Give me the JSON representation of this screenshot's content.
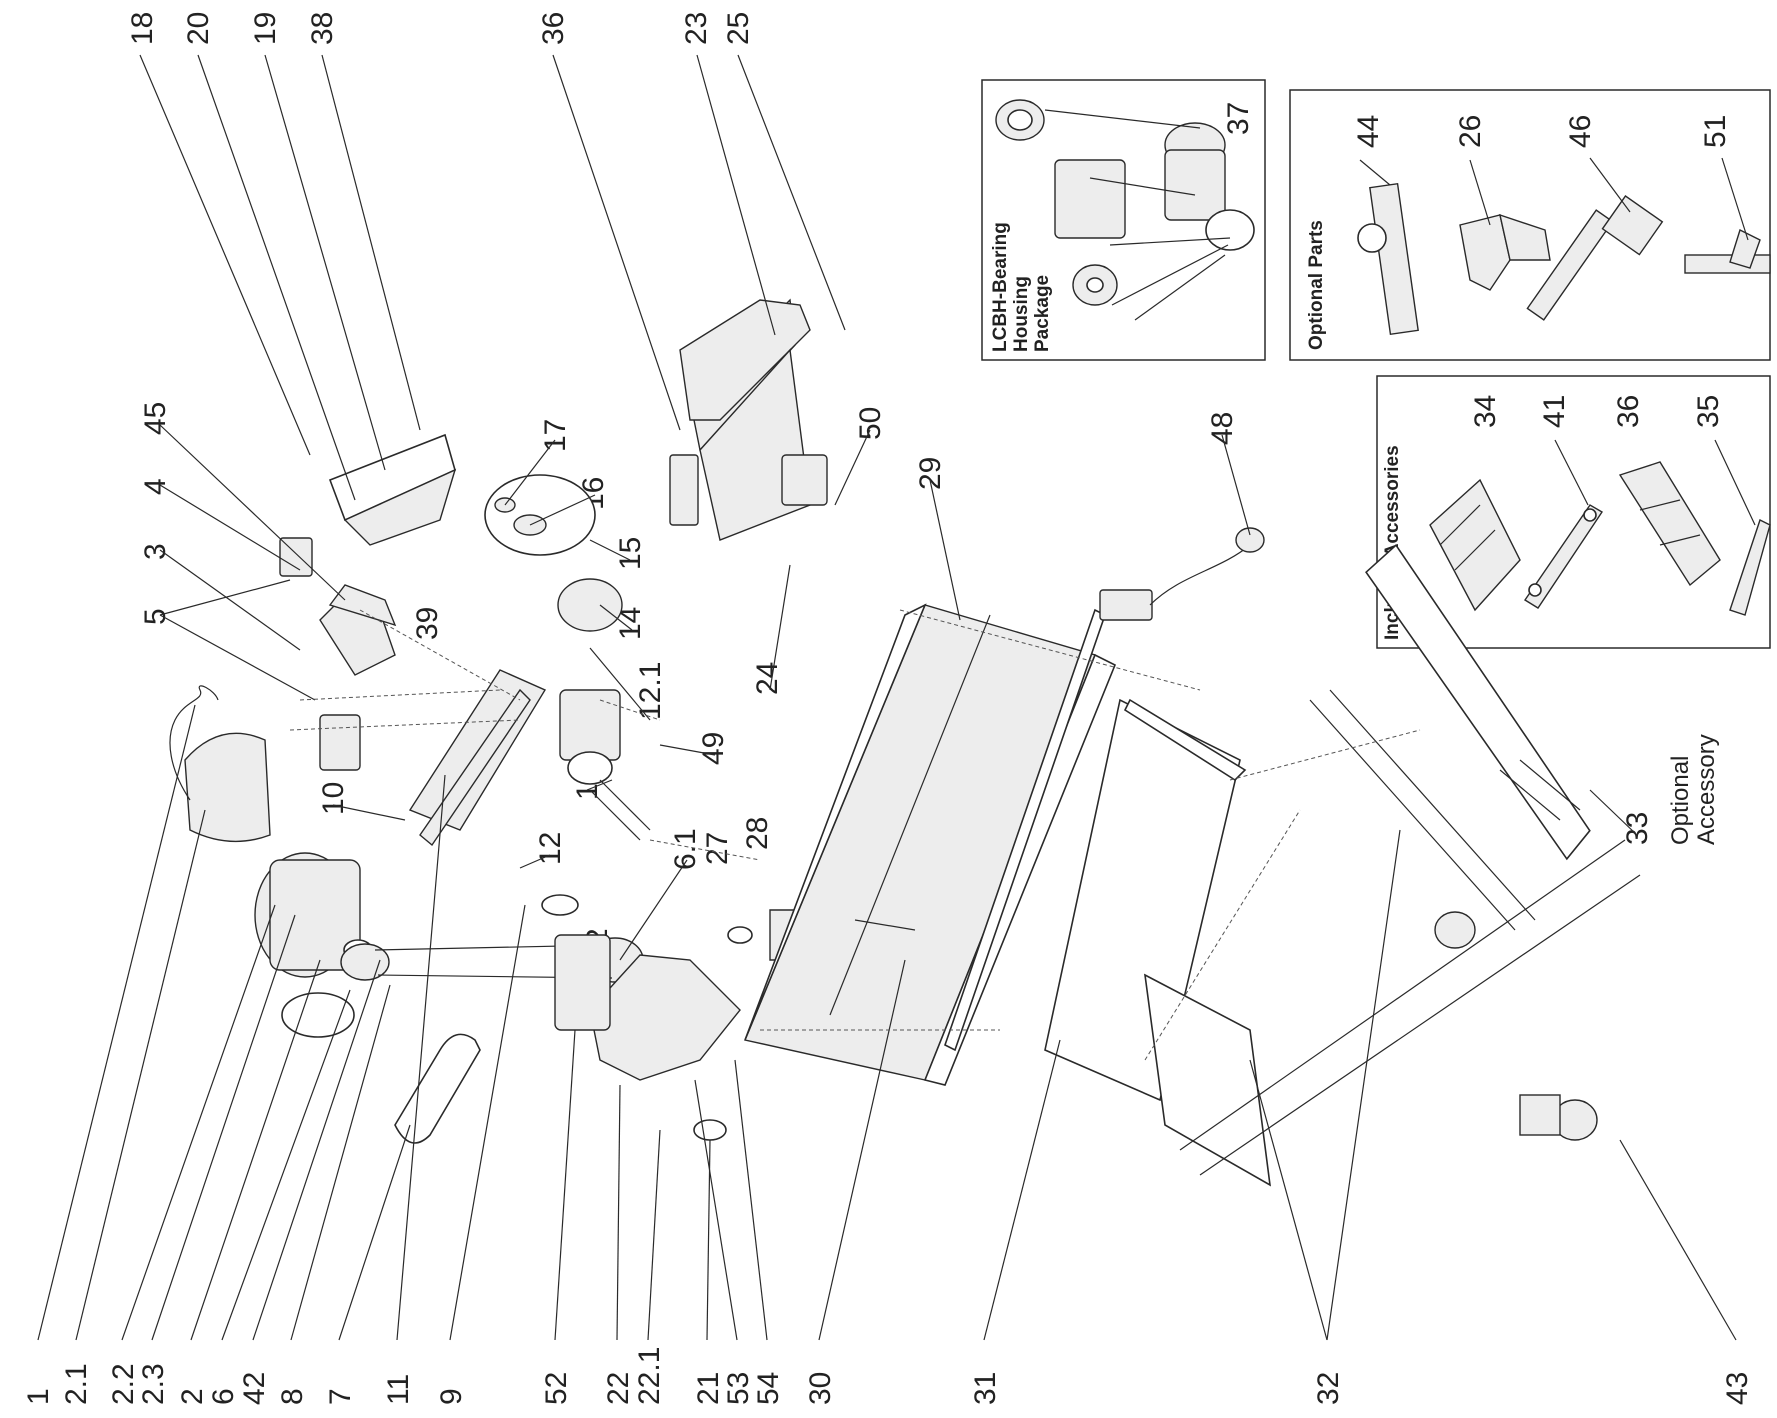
{
  "top_labels": [
    "18",
    "20",
    "19",
    "38",
    "36",
    "23",
    "25"
  ],
  "bottom_labels": [
    "1",
    "2.1",
    "2.2",
    "2.3",
    "2",
    "6",
    "42",
    "8",
    "7",
    "11",
    "9",
    "52",
    "22",
    "22.1",
    "21",
    "53",
    "54",
    "30",
    "31",
    "32",
    "43"
  ],
  "inner_labels": [
    "45",
    "4",
    "3",
    "5",
    "39",
    "17",
    "16",
    "15",
    "14",
    "12.1",
    "10",
    "12",
    "13",
    "49",
    "6.1",
    "6.2",
    "24",
    "50",
    "27",
    "28",
    "29",
    "48",
    "33"
  ],
  "boxes": {
    "lcbh": {
      "title": [
        "LCBH-Bearing",
        "Housing",
        "Package"
      ],
      "part": "37"
    },
    "optional_parts": {
      "title": "Optional Parts",
      "parts": [
        "44",
        "26",
        "46",
        "51"
      ]
    },
    "included_accessories": {
      "title": "Included Accessories",
      "parts": [
        "34",
        "41",
        "36",
        "35"
      ]
    }
  },
  "optional_accessory": [
    "Optional",
    "Accessory"
  ]
}
